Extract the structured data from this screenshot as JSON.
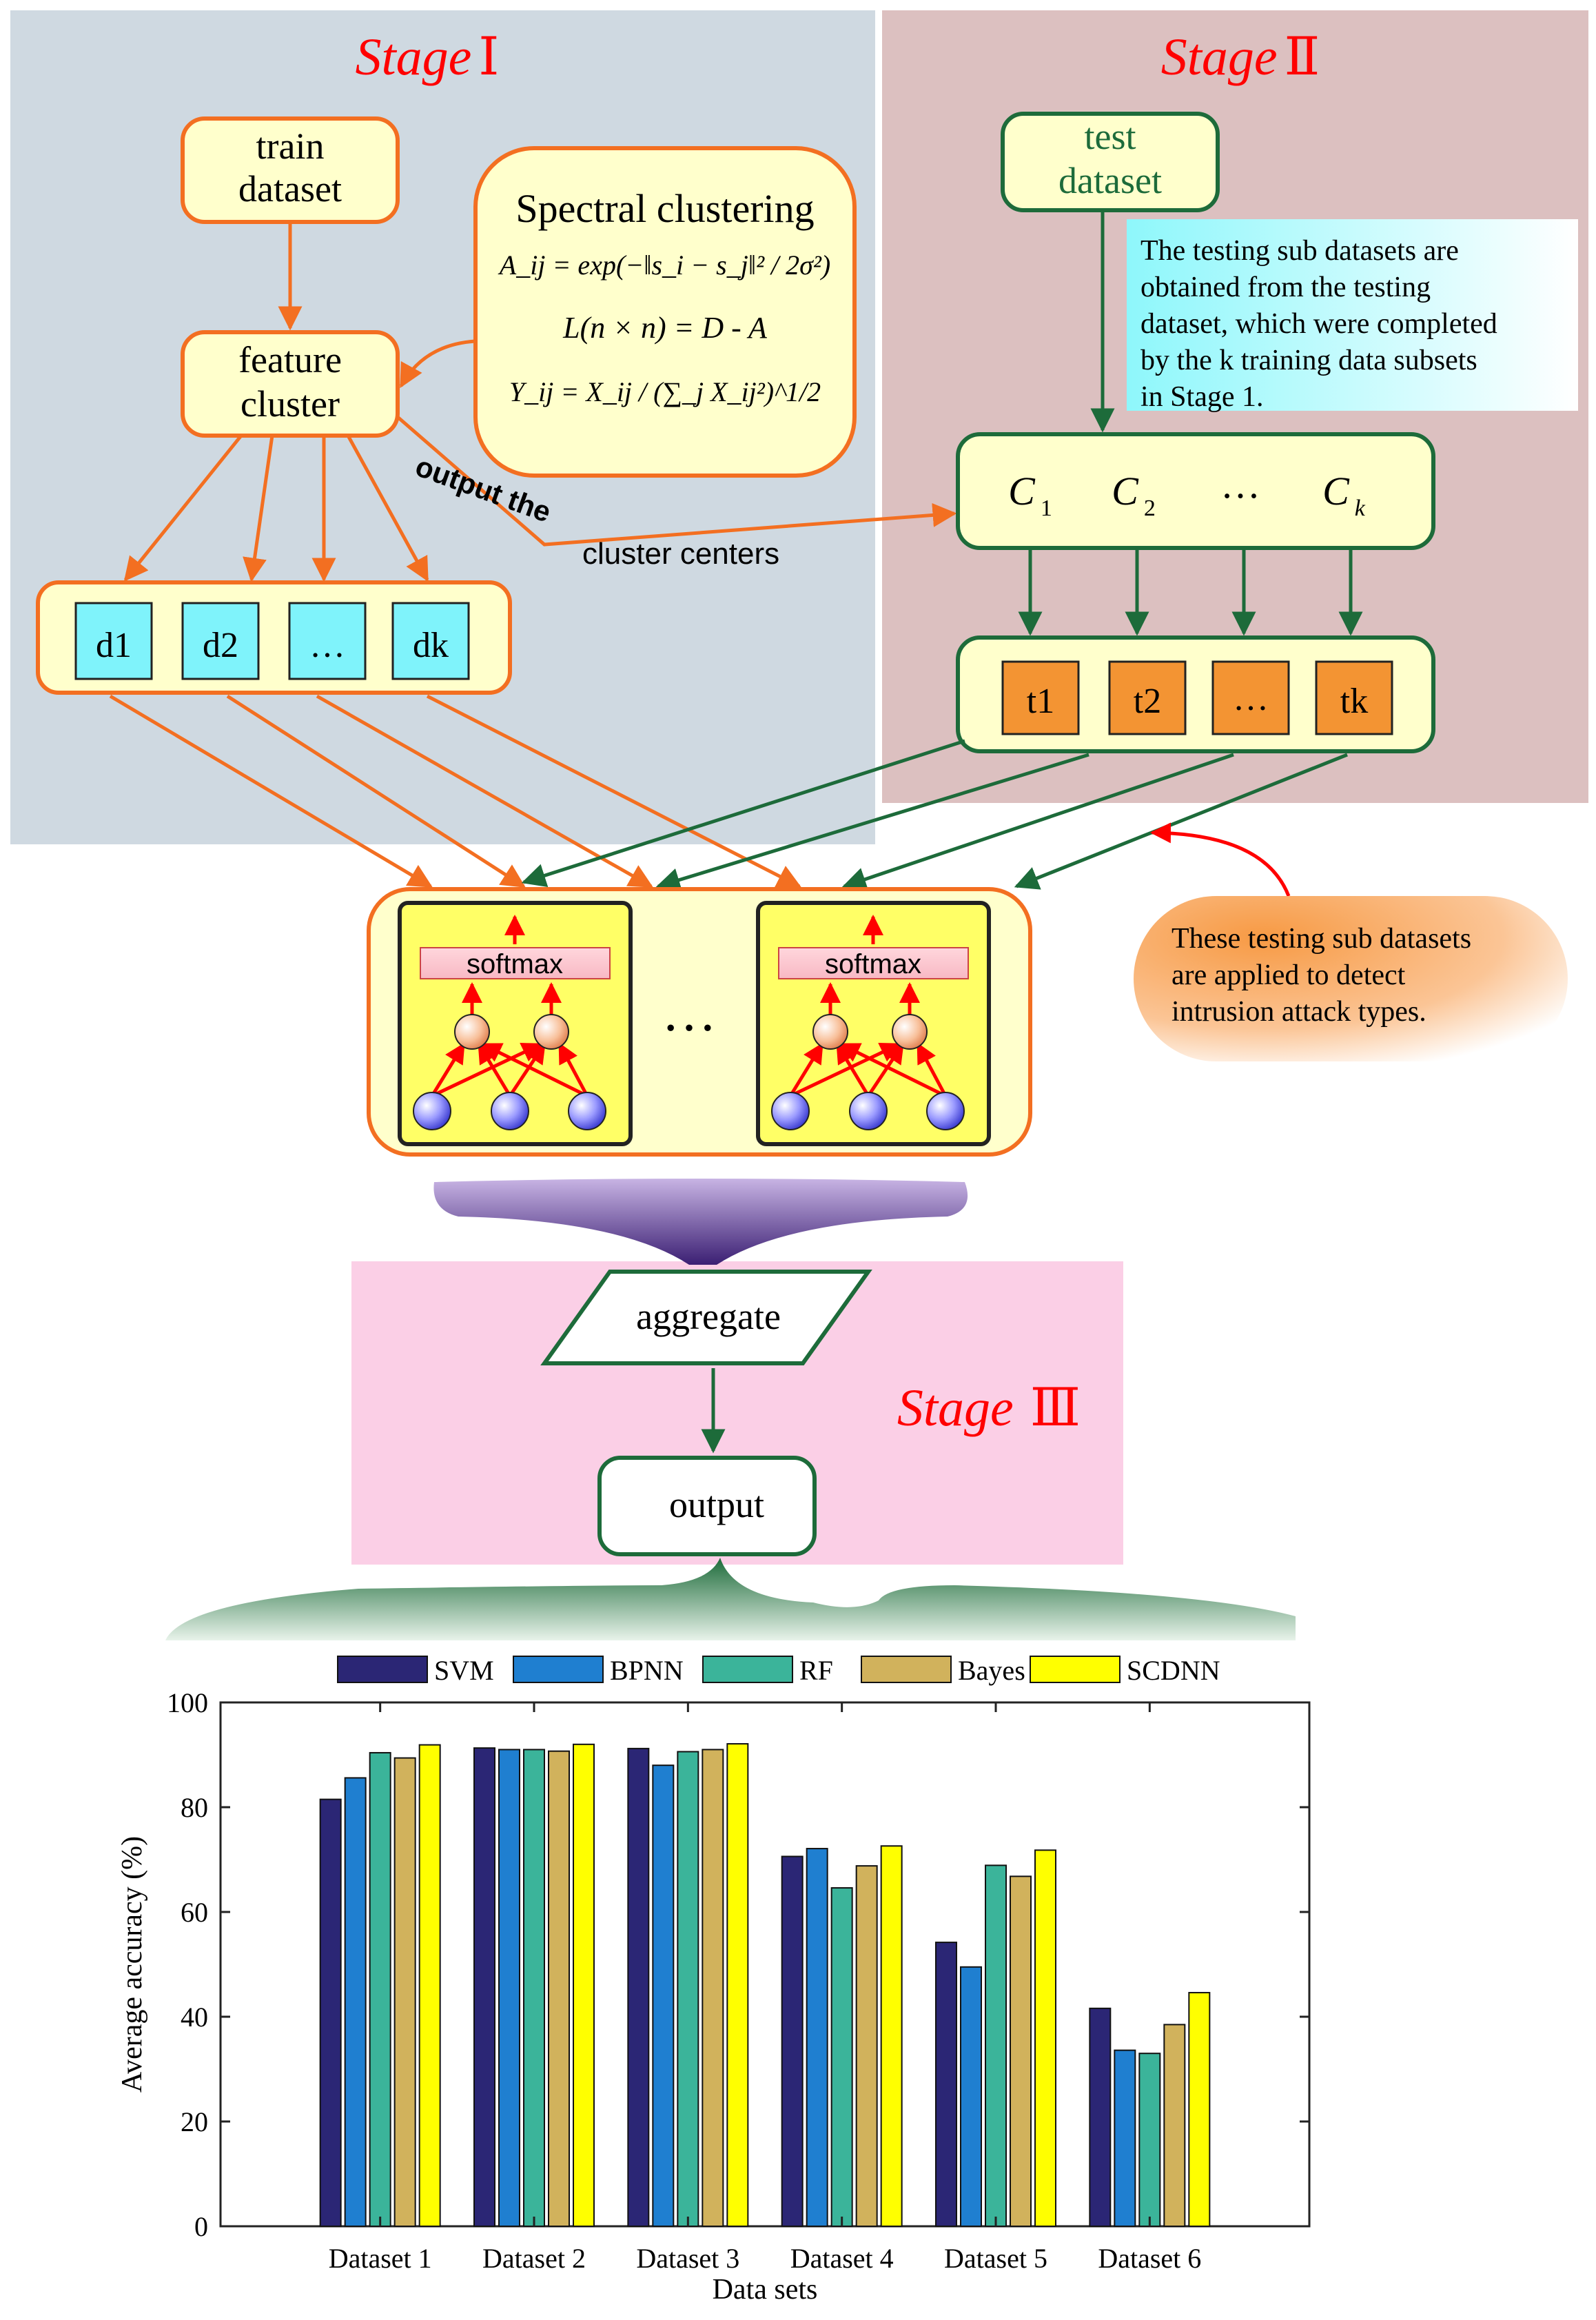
{
  "stages": {
    "stage1": {
      "word": "Stage",
      "numeral": "Ⅰ"
    },
    "stage2": {
      "word": "Stage",
      "numeral": "Ⅱ"
    },
    "stage3": {
      "word": "Stage",
      "numeral": "Ⅲ"
    }
  },
  "stage1": {
    "train_dataset": [
      "train",
      "dataset"
    ],
    "feature_cluster": [
      "feature",
      "cluster"
    ],
    "spectral_title": "Spectral clustering",
    "formula_1": "A_ij = exp(−‖s_i − s_j‖² / 2σ²)",
    "formula_2": "L(n × n) = D - A",
    "formula_3": "Y_ij = X_ij / (∑_j X_ij²)^1/2",
    "output_label_rotated": "output the",
    "output_label": "cluster centers",
    "subsets": [
      "d1",
      "d2",
      "…",
      "dk"
    ]
  },
  "stage2": {
    "test_dataset": [
      "test",
      "dataset"
    ],
    "note_lines": [
      "The testing sub datasets are",
      "obtained from the testing",
      "dataset, which were completed",
      "by the k training data subsets",
      "in Stage 1."
    ],
    "centers": [
      {
        "main": "C",
        "sub": "1"
      },
      {
        "main": "C",
        "sub": "2"
      },
      {
        "main": "…",
        "sub": ""
      },
      {
        "main": "C",
        "sub": "k"
      }
    ],
    "subsets": [
      "t1",
      "t2",
      "…",
      "tk"
    ]
  },
  "networks": {
    "softmax_label": "softmax",
    "ellipsis": "…",
    "callout_lines": [
      "These testing sub datasets",
      "are applied to detect",
      "intrusion attack types."
    ]
  },
  "stage3": {
    "aggregate": "aggregate",
    "output": "output"
  },
  "colors": {
    "stage1_bg": "#cfd9e1",
    "stage2_bg": "#dcc0c0",
    "stage3_bg": "#fbcfe6",
    "orange": "#f36f21",
    "green": "#1d6b3a",
    "node_fill": "#ffffcc",
    "cyan": "#7ff3fb",
    "orange_box": "#f39433",
    "red": "#ff0000",
    "net_fill": "#ffff66"
  },
  "chart_data": {
    "type": "bar",
    "categories": [
      "Dataset 1",
      "Dataset 2",
      "Dataset 3",
      "Dataset 4",
      "Dataset 5",
      "Dataset 6"
    ],
    "series": [
      {
        "name": "SVM",
        "color": "#2b2675",
        "values": [
          81.5,
          91.3,
          91.2,
          70.6,
          54.2,
          41.6
        ]
      },
      {
        "name": "BPNN",
        "color": "#1f7fd0",
        "values": [
          85.6,
          91.0,
          88.0,
          72.1,
          49.5,
          33.6
        ]
      },
      {
        "name": "RF",
        "color": "#3bb49a",
        "values": [
          90.4,
          91.0,
          90.6,
          64.6,
          68.9,
          33.0
        ]
      },
      {
        "name": "Bayes",
        "color": "#d1b25c",
        "values": [
          89.4,
          90.7,
          91.0,
          68.8,
          66.8,
          38.5
        ]
      },
      {
        "name": "SCDNN",
        "color": "#ffff00",
        "values": [
          91.9,
          92.0,
          92.1,
          72.6,
          71.8,
          44.6
        ]
      }
    ],
    "xlabel": "Data sets",
    "ylabel": "Average accuracy (%)",
    "ylim": [
      0,
      100
    ],
    "yticks": [
      0,
      20,
      40,
      60,
      80,
      100
    ],
    "grid": false,
    "legend": "top"
  }
}
